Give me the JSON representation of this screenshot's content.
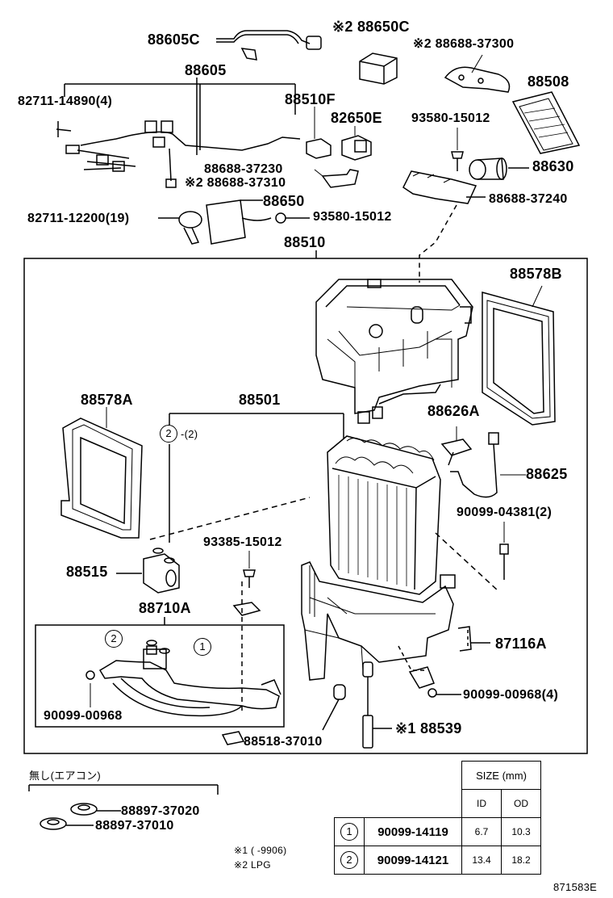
{
  "labels": {
    "p88605C": "88605C",
    "p88650C": "※2 88650C",
    "p88688_37300": "※2 88688-37300",
    "p88605": "88605",
    "p88508": "88508",
    "p82711_14890": "82711-14890(4)",
    "p88510F": "88510F",
    "p82650E": "82650E",
    "p93580_15012a": "93580-15012",
    "p88630": "88630",
    "p88688_37230": "88688-37230",
    "p88688_37310": "※2 88688-37310",
    "p88688_37240": "88688-37240",
    "p88650": "88650",
    "p82711_12200": "82711-12200(19)",
    "p93580_15012b": "93580-15012",
    "p88510": "88510",
    "p88578B": "88578B",
    "p88578A": "88578A",
    "p88501": "88501",
    "p88626A": "88626A",
    "p88625": "88625",
    "p90099_04381": "90099-04381(2)",
    "p93385_15012": "93385-15012",
    "p88515": "88515",
    "p88710A": "88710A",
    "p87116A": "87116A",
    "p90099_00968_4": "90099-00968(4)",
    "p90099_00968": "90099-00968",
    "p88518_37010": "88518-37010",
    "p88539": "※1 88539",
    "p88897_37020": "88897-37020",
    "p88897_37010": "88897-37010",
    "circle2_qty": "-(2)",
    "note_noac": "無し(エアコン)",
    "note1": "※1 (        -9906)",
    "note2": "※2 LPG",
    "diagram_id": "871583E"
  },
  "size_table": {
    "title": "SIZE (mm)",
    "col_id": "ID",
    "col_od": "OD",
    "rows": [
      {
        "no": "1",
        "part": "90099-14119",
        "id": "6.7",
        "od": "10.3"
      },
      {
        "no": "2",
        "part": "90099-14121",
        "id": "13.4",
        "od": "18.2"
      }
    ]
  },
  "callouts": {
    "c1": "1",
    "c2": "2"
  }
}
